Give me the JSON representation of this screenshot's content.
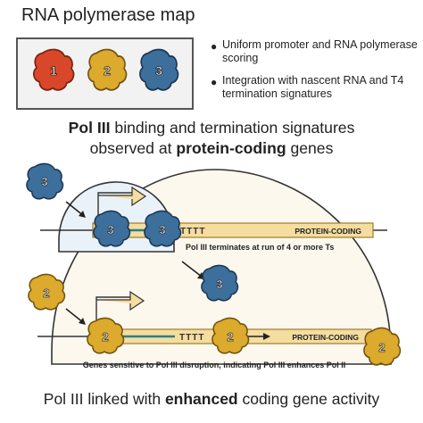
{
  "legend": {
    "title": "RNA polymerase map",
    "polymerases": [
      {
        "label": "1",
        "color": "#d9472b"
      },
      {
        "label": "2",
        "color": "#dcaa2c"
      },
      {
        "label": "3",
        "color": "#3d6f9c"
      }
    ],
    "bullets": [
      "Uniform promoter and RNA polymerase scoring",
      "Integration with nascent RNA and T4 termination signatures"
    ]
  },
  "heading": {
    "line1_bold": "Pol III",
    "line1_rest": " binding and termination signatures",
    "line2_pre": "observed at ",
    "line2_bold": "protein-coding",
    "line2_post": " genes"
  },
  "pol3_panel": {
    "polymerase_label": "3",
    "tttt": "TTTT",
    "gene_label": "PROTEIN-CODING",
    "caption": "Pol III terminates at run of 4 or more Ts"
  },
  "pol2_panel": {
    "polymerase_label": "2",
    "tttt": "TTTT",
    "gene_label": "PROTEIN-CODING",
    "caption": "Genes sensitive to Pol III disruption, indicating Pol III enhances Pol II"
  },
  "bottom": {
    "pre": "Pol III linked with ",
    "bold": "enhanced",
    "post": " coding gene activity"
  },
  "colors": {
    "pol1": "#d9472b",
    "pol2": "#dcaa2c",
    "pol3": "#3d6f9c",
    "gene_fill": "#f5dda0",
    "gene_stroke": "#9b7d2a",
    "panel_fill": "#fdf8ee",
    "pol3_panel_fill": "#eaf2f9",
    "transcript": "#2a7f86"
  }
}
